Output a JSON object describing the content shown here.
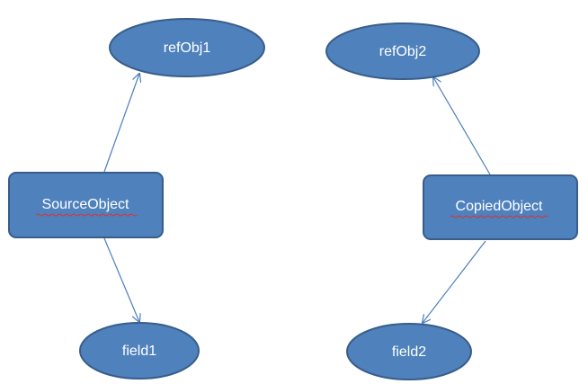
{
  "diagram": {
    "nodes": {
      "refObj1": {
        "label": "refObj1"
      },
      "refObj2": {
        "label": "refObj2"
      },
      "sourceObject": {
        "label": "SourceObject"
      },
      "copiedObject": {
        "label": "CopiedObject"
      },
      "field1": {
        "label": "field1"
      },
      "field2": {
        "label": "field2"
      }
    },
    "colors": {
      "node_fill": "#4f81bd",
      "node_border": "#385d8a",
      "connector": "#4a7ebb",
      "text": "#ffffff"
    }
  }
}
